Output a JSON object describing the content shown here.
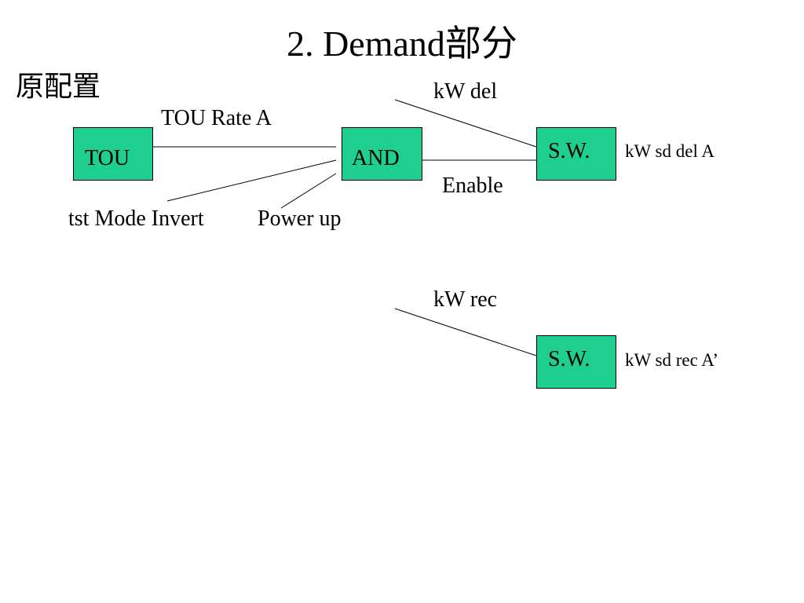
{
  "slide": {
    "title": "2. Demand部分",
    "subtitle": "原配置",
    "box_color": "#1fcf8f"
  },
  "diagram": {
    "blocks": {
      "tou": "TOU",
      "and": "AND",
      "sw_del": "S.W.",
      "sw_rec": "S.W."
    },
    "labels": {
      "tou_rate_a": "TOU Rate A",
      "tst_mode_invert": "tst Mode Invert",
      "power_up": "Power up",
      "kw_del": "kW del",
      "enable": "Enable",
      "kw_sd_del_a": "kW sd del A",
      "kw_rec": "kW rec",
      "kw_sd_rec_a": "kW sd rec A’"
    }
  }
}
